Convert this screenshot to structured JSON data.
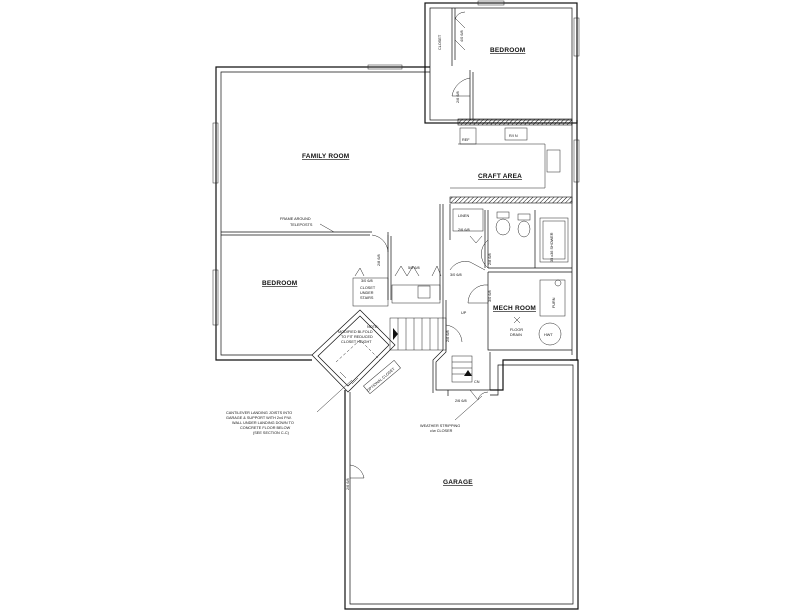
{
  "rooms": {
    "bedroom_top": "BEDROOM",
    "family_room": "FAMILY ROOM",
    "craft_area": "CRAFT AREA",
    "bedroom_left": "BEDROOM",
    "mech_room": "MECH ROOM",
    "garage": "GARAGE"
  },
  "labels": {
    "closet": "CLOSET",
    "ref": "REF",
    "rough_in": "R/I N",
    "linen": "LINEN",
    "door_26_68_linen": "2/6 6/8",
    "shower": "35 x36 SHOWER",
    "furn": "FURN",
    "hwt": "HWT",
    "floor_drain": [
      "FLOOR",
      "DRAIN"
    ],
    "up": "UP",
    "cn": "CN",
    "optional_closet": "OPTIONAL CLOSET",
    "closet_under_stairs": [
      "CLOSET",
      "UNDER",
      "STAIRS"
    ]
  },
  "door_sizes": {
    "bed_top_closet": "4/0 6/8",
    "bed_top_entry": "2/6 6/8",
    "bed_left_door": "2/8 6/8",
    "pair_door": "5/0 6/8",
    "under_stairs_door": "3/0 6/8",
    "hall_closet": "3/0 6/8",
    "mech_door_a": "2/8 6/8",
    "mech_door_b": "3/0 6/8",
    "stair_door": "2/6 6/8",
    "garage_entry": "2/6 6/8",
    "garage_side": "2/6 6/8"
  },
  "notes": {
    "frame_teleposts": [
      "FRAME AROUND",
      "TELEPOSTS"
    ],
    "bifold_note": [
      "NOTE:",
      "MODIFIED BI-FOLD",
      "TO FIT REDUCED",
      "CLOSET HEIGHT"
    ],
    "cantilever": [
      "CANTILEVER LANDING JOISTS INTO",
      "GARAGE & SUPPORT WITH 2x4 P.W.",
      "WALL UNDER LANDING DOWN TO",
      "CONCRETE FLOOR BELOW",
      "(SEE SECTION C-C)"
    ],
    "weather": [
      "WEATHER STRIPPING",
      "c/w CLOSER"
    ]
  }
}
